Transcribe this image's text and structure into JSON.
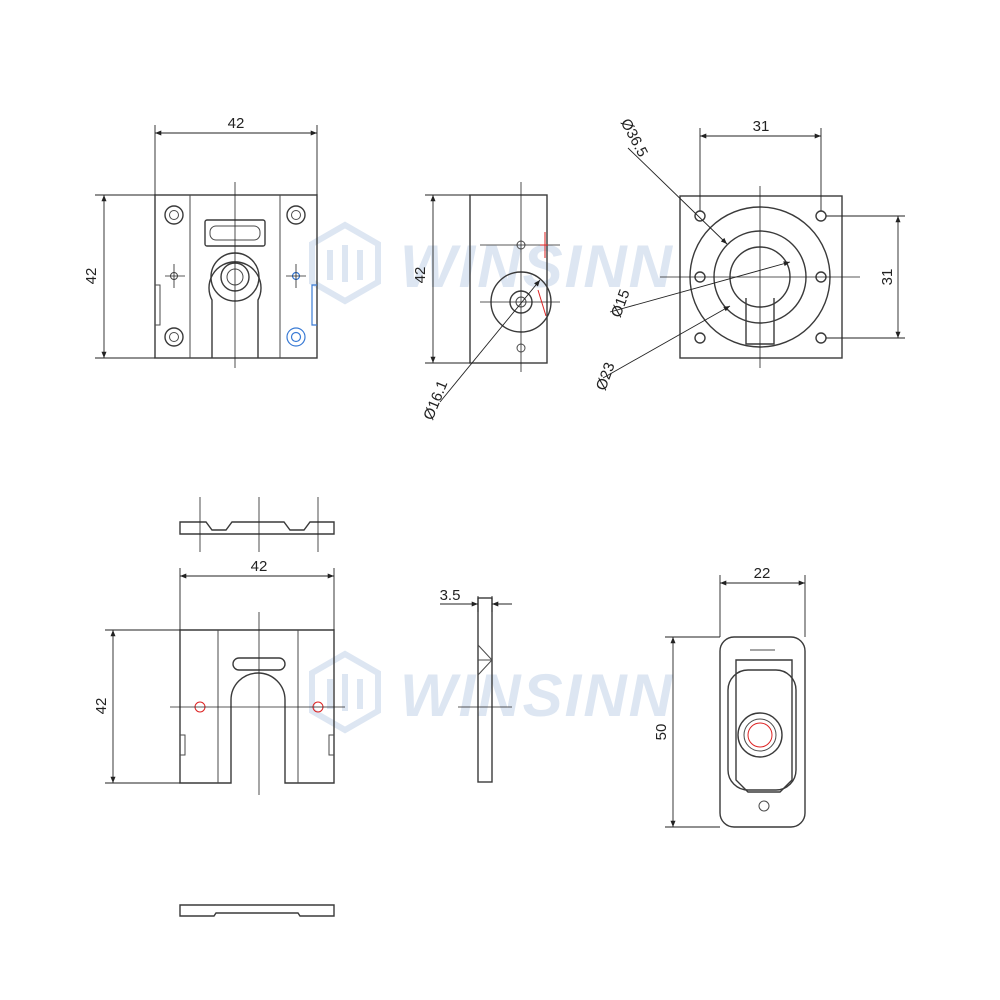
{
  "watermark": {
    "text_top": "WINSINN",
    "text_bottom": "WINSINN"
  },
  "view_front": {
    "width_label": "42",
    "height_label": "42"
  },
  "view_side": {
    "height_label": "42",
    "diameter_label": "Ø16.1"
  },
  "view_back": {
    "width_label": "31",
    "height_label": "31",
    "outer_diameter_label": "Ø36.5",
    "inner_diameter_label": "Ø15",
    "mid_diameter_label": "Ø23"
  },
  "view_plate": {
    "width_label": "42",
    "height_label": "42"
  },
  "view_plate_side": {
    "thickness_label": "3.5"
  },
  "view_pad": {
    "width_label": "22",
    "height_label": "50"
  }
}
